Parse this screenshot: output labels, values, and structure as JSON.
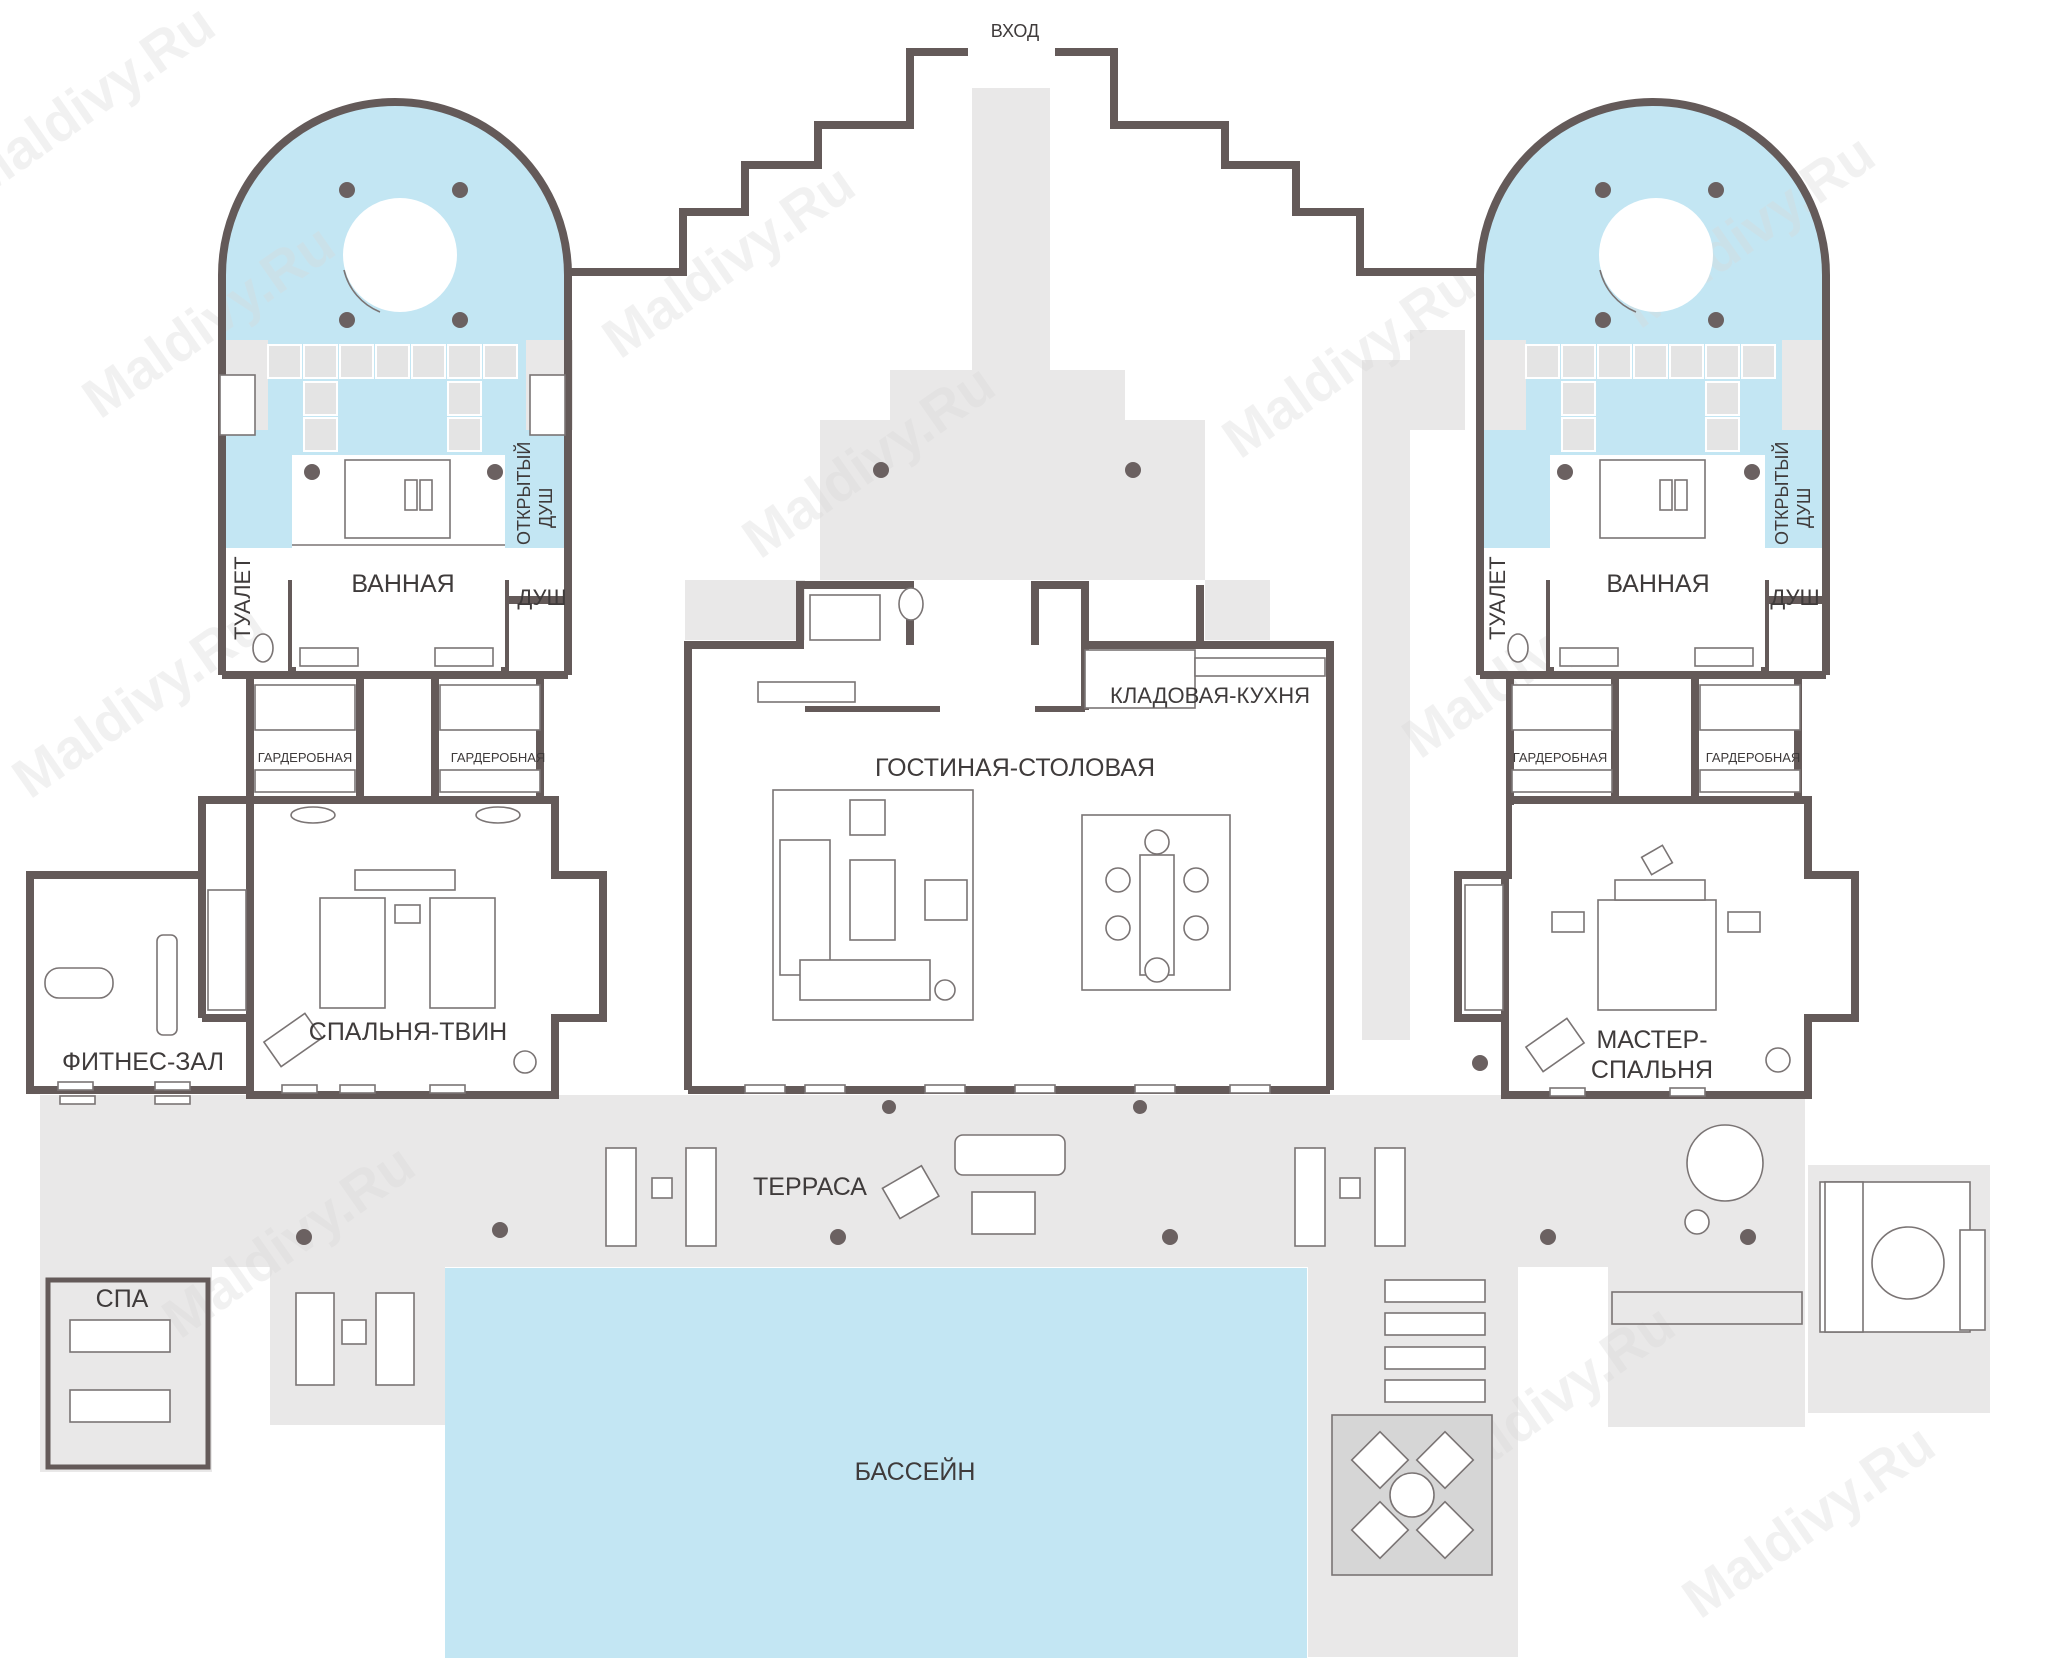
{
  "watermark": "Maldivy.Ru",
  "labels": {
    "entrance": "ВХОД",
    "bath_left": "ВАННАЯ",
    "bath_right": "ВАННАЯ",
    "outdoor_shower_left_1": "ОТКРЫТЫЙ",
    "outdoor_shower_left_2": "ДУШ",
    "outdoor_shower_right_1": "ОТКРЫТЫЙ",
    "outdoor_shower_right_2": "ДУШ",
    "toilet_left": "ТУАЛЕТ",
    "toilet_right": "ТУАЛЕТ",
    "shower_left": "ДУШ",
    "shower_right": "ДУШ",
    "wardrobe_1": "ГАРДЕРОБНАЯ",
    "wardrobe_2": "ГАРДЕРОБНАЯ",
    "wardrobe_3": "ГАРДЕРОБНАЯ",
    "wardrobe_4": "ГАРДЕРОБНАЯ",
    "pantry": "КЛАДОВАЯ-КУХНЯ",
    "living_dining": "ГОСТИНАЯ-СТОЛОВАЯ",
    "gym": "ФИТНЕС-ЗАЛ",
    "twin_bedroom": "СПАЛЬНЯ-ТВИН",
    "master_bedroom_1": "МАСТЕР-",
    "master_bedroom_2": "СПАЛЬНЯ",
    "terrace": "ТЕРРАСА",
    "spa": "СПА",
    "pool": "БАССЕЙН"
  },
  "colors": {
    "wall": "#645a59",
    "floor": "#e9e8e8",
    "water": "#c3e6f3",
    "text": "#3f3b3b"
  }
}
